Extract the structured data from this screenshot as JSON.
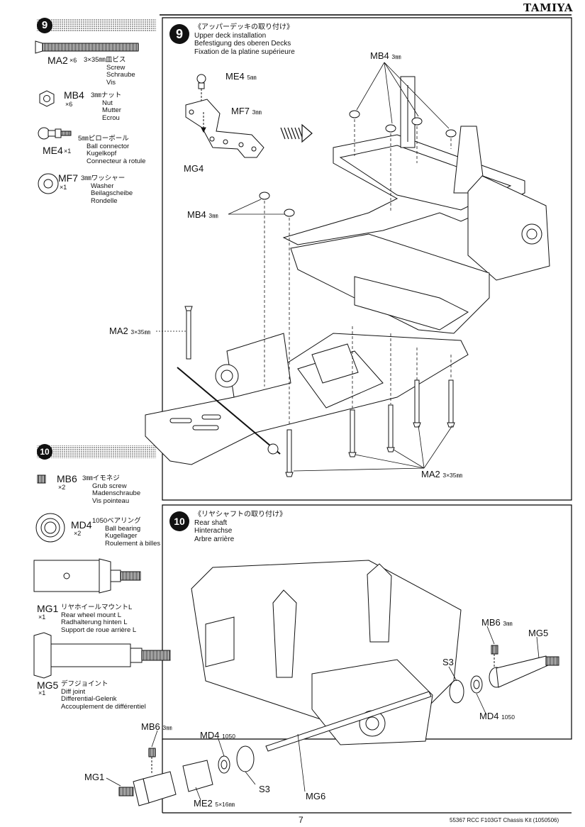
{
  "header": {
    "brand": "TAMIYA"
  },
  "footer": {
    "page_number": "7",
    "kit_code": "55367  RCC F103GT Chassis Kit (1050506)"
  },
  "step9": {
    "number": "9",
    "title_jp": "《アッパーデッキの取り付け》",
    "title_en": "Upper deck installation",
    "title_de": "Befestigung des oberen Decks",
    "title_fr": "Fixation de la platine supérieure",
    "parts": [
      {
        "code": "MA2",
        "qty": "×6",
        "size": "3×35㎜皿ビス",
        "en": "Screw",
        "de": "Schraube",
        "fr": "Vis"
      },
      {
        "code": "MB4",
        "qty": "×6",
        "size": "3㎜ナット",
        "en": "Nut",
        "de": "Mutter",
        "fr": "Ecrou"
      },
      {
        "code": "ME4",
        "qty": "×1",
        "size": "5㎜ピローボール",
        "en": "Ball connector",
        "de": "Kugelkopf",
        "fr": "Connecteur à rotule"
      },
      {
        "code": "MF7",
        "qty": "×1",
        "size": "3㎜ワッシャー",
        "en": "Washer",
        "de": "Beilagscheibe",
        "fr": "Rondelle"
      }
    ],
    "callouts": {
      "me4": "ME4",
      "me4_size": "5㎜",
      "mf7": "MF7",
      "mf7_size": "3㎜",
      "mg4": "MG4",
      "mb4_top": "MB4",
      "mb4_top_size": "3㎜",
      "mb4_mid": "MB4",
      "mb4_mid_size": "3㎜",
      "ma2_left": "MA2",
      "ma2_left_size": "3×35㎜",
      "ma2_bottom": "MA2",
      "ma2_bottom_size": "3×35㎜"
    }
  },
  "step10": {
    "number": "10",
    "title_jp": "《リヤシャフトの取り付け》",
    "title_en": "Rear shaft",
    "title_de": "Hinterachse",
    "title_fr": "Arbre arrière",
    "parts": [
      {
        "code": "MB6",
        "qty": "×2",
        "size": "3㎜イモネジ",
        "en": "Grub screw",
        "de": "Madenschraube",
        "fr": "Vis pointeau"
      },
      {
        "code": "MD4",
        "qty": "×2",
        "size": "1050ベアリング",
        "en": "Ball bearing",
        "de": "Kugellager",
        "fr": "Roulement à billes"
      },
      {
        "code": "MG1",
        "qty": "×1",
        "size": "リヤホイールマウントL",
        "en": "Rear wheel mount L",
        "de": "Radhalterung hinten L",
        "fr": "Support de roue arrière L"
      },
      {
        "code": "MG5",
        "qty": "×1",
        "size": "デフジョイント",
        "en": "Diff joint",
        "de": "Differential-Gelenk",
        "fr": "Accouplement de différentiel"
      }
    ],
    "callouts": {
      "mb6_right": "MB6",
      "mb6_right_size": "3㎜",
      "mg5": "MG5",
      "s3_right": "S3",
      "md4_right": "MD4",
      "md4_right_size": "1050",
      "mb6_left": "MB6",
      "mb6_left_size": "3㎜",
      "md4_left": "MD4",
      "md4_left_size": "1050",
      "mg1": "MG1",
      "s3_left": "S3",
      "mg6": "MG6",
      "me2": "ME2",
      "me2_size": "5×16㎜"
    }
  }
}
